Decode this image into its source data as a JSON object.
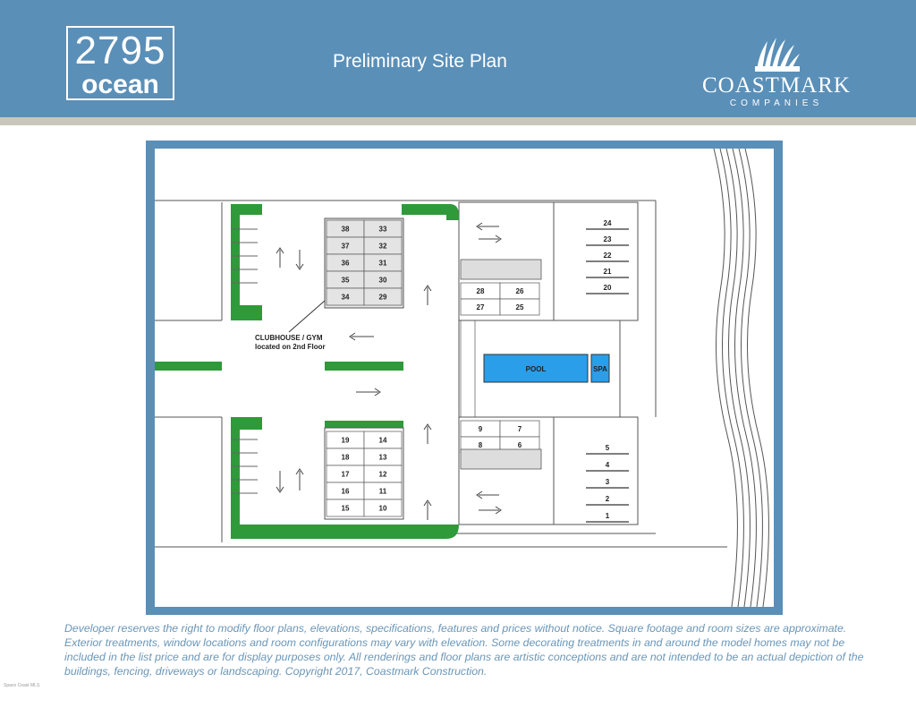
{
  "header": {
    "logo_number": "2795",
    "logo_word": "ocean",
    "title": "Preliminary Site Plan",
    "brand_name": "COASTMARK",
    "brand_sub": "COMPANIES"
  },
  "plan": {
    "clubhouse_line1": "CLUBHOUSE / GYM",
    "clubhouse_line2": "located on 2nd Floor",
    "pool": "POOL",
    "spa": "SPA",
    "units_top_left": [
      [
        "38",
        "33"
      ],
      [
        "37",
        "32"
      ],
      [
        "36",
        "31"
      ],
      [
        "35",
        "30"
      ],
      [
        "34",
        "29"
      ]
    ],
    "units_top_mid": [
      [
        "28",
        "26"
      ],
      [
        "27",
        "25"
      ]
    ],
    "units_top_right": [
      "24",
      "23",
      "22",
      "21",
      "20"
    ],
    "units_bottom_left": [
      [
        "19",
        "14"
      ],
      [
        "18",
        "13"
      ],
      [
        "17",
        "12"
      ],
      [
        "16",
        "11"
      ],
      [
        "15",
        "10"
      ]
    ],
    "units_bottom_mid": [
      [
        "9",
        "7"
      ],
      [
        "8",
        "6"
      ]
    ],
    "units_bottom_right": [
      "5",
      "4",
      "3",
      "2",
      "1"
    ]
  },
  "disclaimer": "Developer reserves the right to modify floor plans, elevations, specifications, features and prices without notice. Square footage and room sizes are approximate. Exterior treatments, window locations and room configurations may vary with elevation. Some decorating treatments in and around the model homes may not be included in the list price and are for display purposes only. All renderings and floor plans are artistic conceptions and are not intended to be an actual depiction of the buildings, fencing, driveways or landscaping. Copyright 2017, Coastmark Construction.",
  "credit": "Space Coast MLS",
  "colors": {
    "header": "#5a8fb8",
    "green": "#2e9a3a",
    "pool": "#2a9ee8",
    "text_blue": "#6a96b8"
  }
}
